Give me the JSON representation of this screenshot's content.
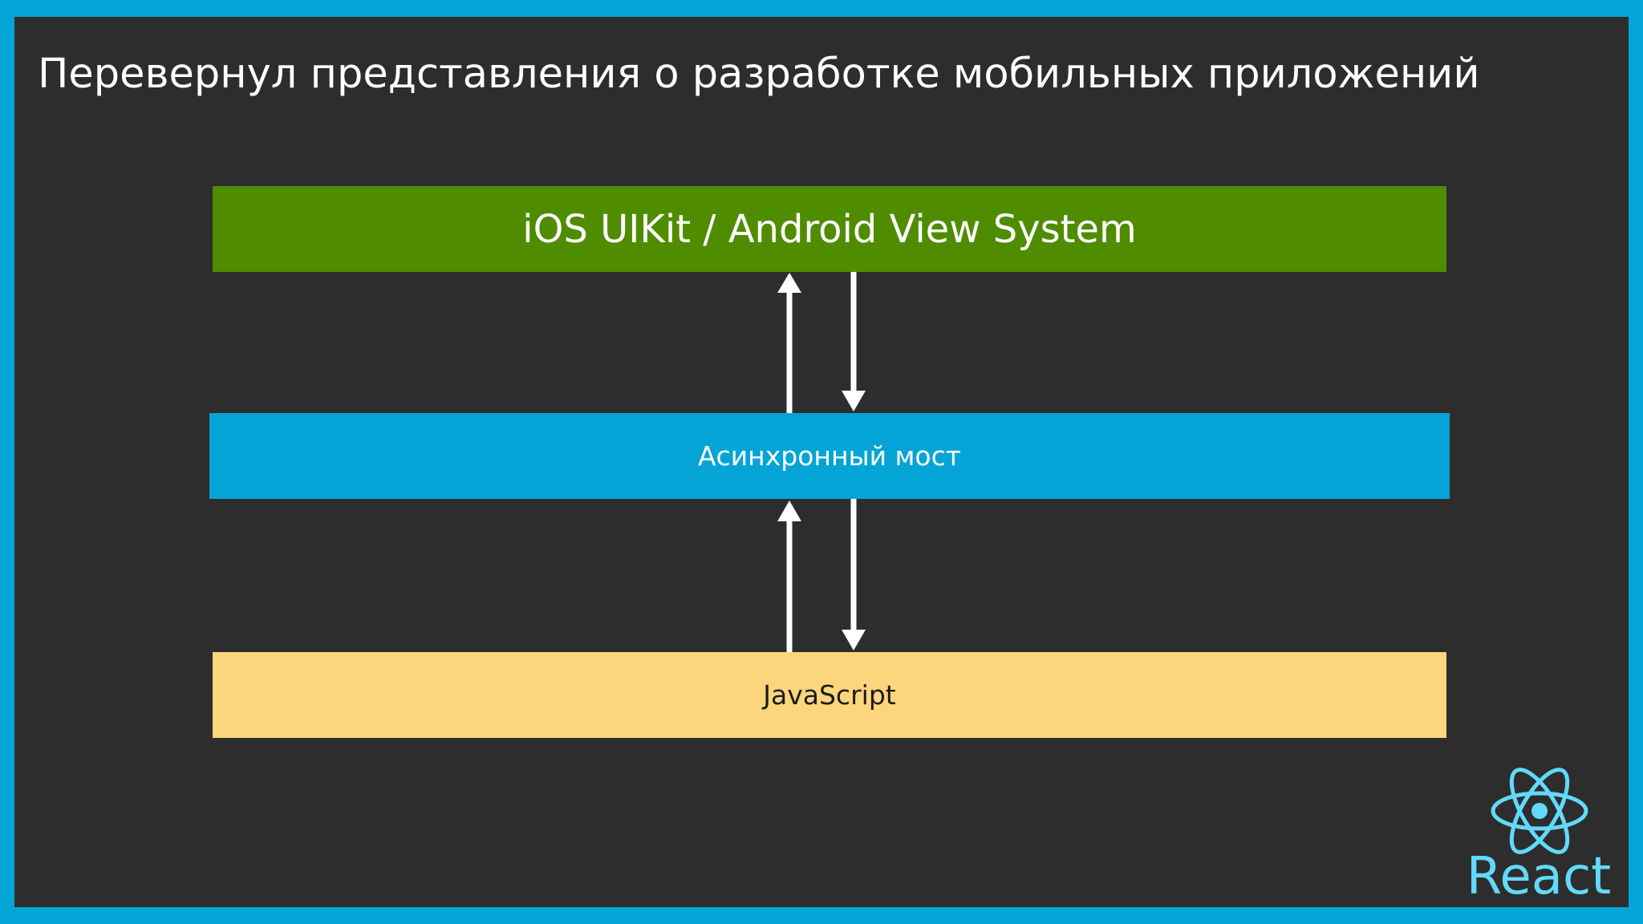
{
  "slide": {
    "title": "Перевернул представления о разработке мобильных приложений"
  },
  "diagram": {
    "layers": [
      {
        "label": "iOS UIKit / Android View System",
        "color": "#4f8c00"
      },
      {
        "label": "Асинхронный мост",
        "color": "#04a5d6"
      },
      {
        "label": "JavaScript",
        "color": "#fdd57c"
      }
    ],
    "arrow_color": "#ffffff"
  },
  "logo": {
    "icon": "react-atom-icon",
    "text": "React",
    "color": "#61dafb"
  },
  "colors": {
    "frame_border": "#04a5d6",
    "background": "#2e2d2d"
  }
}
